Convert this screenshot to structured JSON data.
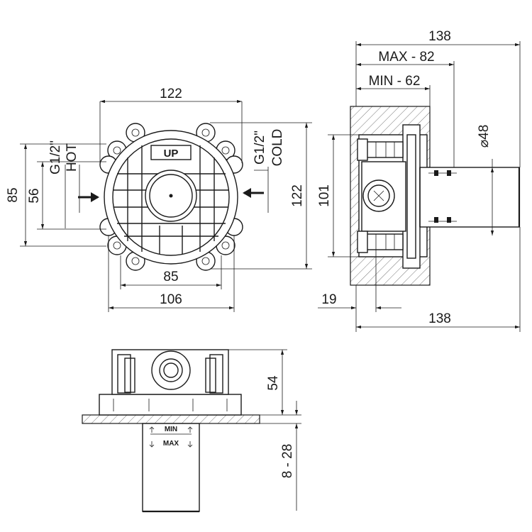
{
  "dimensions": {
    "front_width_top": "122",
    "front_height_right": "122",
    "front_height_outer_left": "85",
    "front_height_inner_left": "56",
    "front_width_inner_bottom": "85",
    "front_width_outer_bottom": "106",
    "side_total_top": "138",
    "side_max": "MAX - 82",
    "side_min": "MIN - 62",
    "side_diameter": "⌀48",
    "side_height": "101",
    "side_offset": "19",
    "side_total_bottom": "138",
    "bottom_height": "54",
    "bottom_range": "8 - 28"
  },
  "labels": {
    "hot_thread": "G1/2\"",
    "hot": "HOT",
    "cold_thread": "G1/2\"",
    "cold": "COLD",
    "up": "UP",
    "min": "MIN",
    "max": "MAX"
  },
  "colors": {
    "line": "#1a1a1a",
    "background": "#ffffff"
  }
}
